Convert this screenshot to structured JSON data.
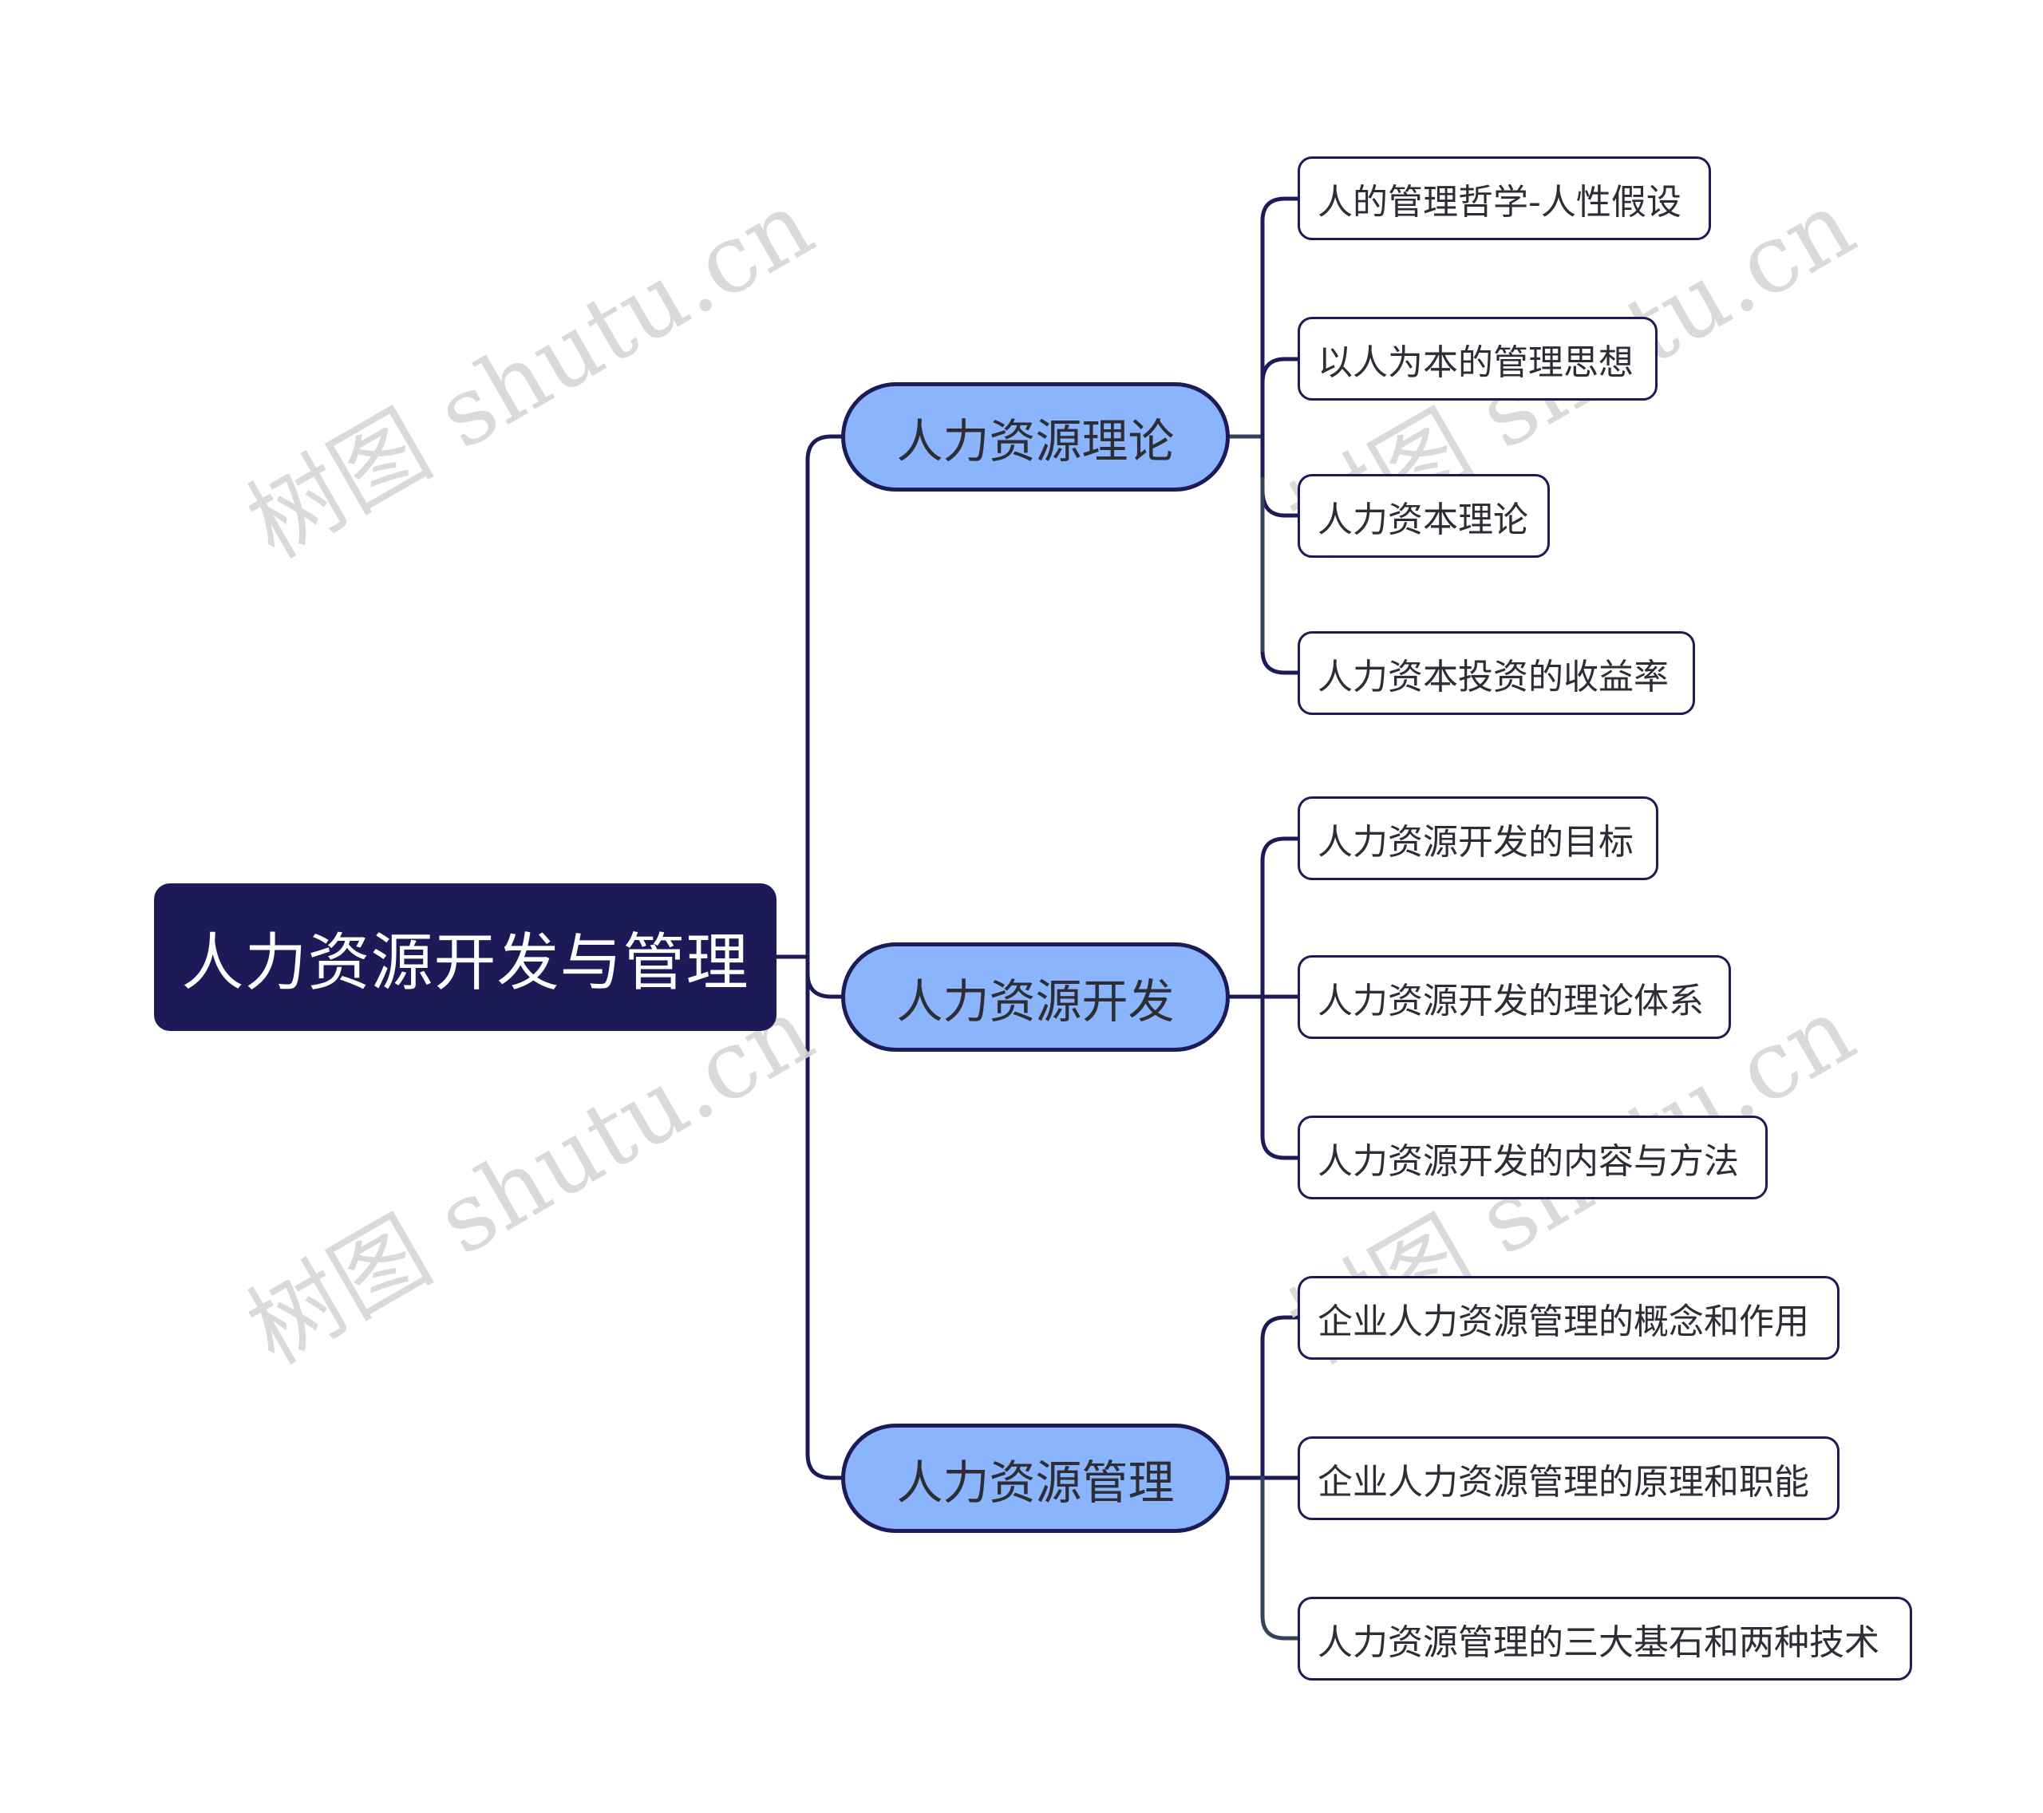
{
  "mindmap": {
    "root": {
      "label": "人力资源开发与管理",
      "color": "#1c1a57"
    },
    "branches": [
      {
        "label": "人力资源理论",
        "children": [
          "人的管理哲学-人性假设",
          "以人为本的管理思想",
          "人力资本理论",
          "人力资本投资的收益率"
        ]
      },
      {
        "label": "人力资源开发",
        "children": [
          "人力资源开发的目标",
          "人力资源开发的理论体系",
          "人力资源开发的内容与方法"
        ]
      },
      {
        "label": "人力资源管理",
        "children": [
          "企业人力资源管理的概念和作用",
          "企业人力资源管理的原理和职能",
          "人力资源管理的三大基石和两种技术"
        ]
      }
    ]
  },
  "colors": {
    "root_fill": "#1c1a57",
    "branch_fill": "#8ab4fb",
    "border": "#1c1a57",
    "line_dark": "#1c1a57",
    "line_slate": "#34435c",
    "text": "#2d2d35"
  },
  "watermark": {
    "text": "树图 shutu.cn"
  }
}
